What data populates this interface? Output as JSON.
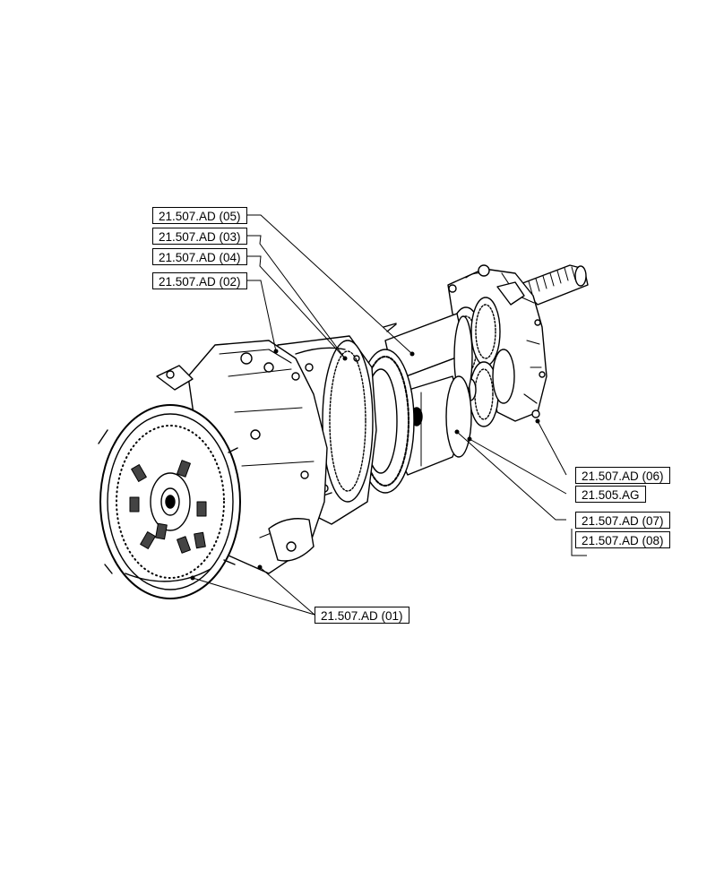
{
  "callouts": {
    "c05": "21.507.AD (05)",
    "c03": "21.507.AD (03)",
    "c04": "21.507.AD (04)",
    "c02": "21.507.AD (02)",
    "c06": "21.507.AD (06)",
    "cag": "21.505.AG",
    "c07": "21.507.AD (07)",
    "c08": "21.507.AD (08)",
    "c01": "21.507.AD (01)"
  }
}
